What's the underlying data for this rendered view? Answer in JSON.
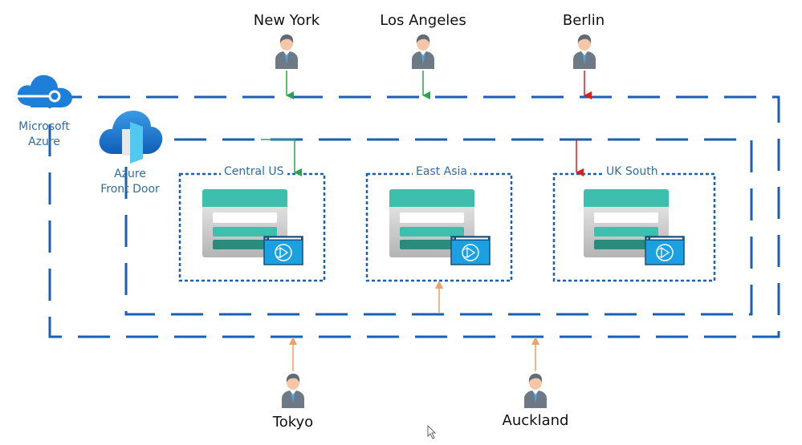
{
  "services": {
    "azure": {
      "label_line1": "Microsoft",
      "label_line2": "Azure",
      "icon": "azure-cloud-icon"
    },
    "front_door": {
      "label_line1": "Azure",
      "label_line2": "Front Door",
      "icon": "front-door-icon"
    }
  },
  "regions": [
    {
      "label": "Central US",
      "icon": "app-service-icon"
    },
    {
      "label": "East Asia",
      "icon": "app-service-icon"
    },
    {
      "label": "UK South",
      "icon": "app-service-icon"
    }
  ],
  "users_top": [
    {
      "city": "New York",
      "arrow_color": "#22a84a",
      "target": "Central US"
    },
    {
      "city": "Los Angeles",
      "arrow_color": "#22a84a",
      "target": "Azure"
    },
    {
      "city": "Berlin",
      "arrow_color": "#e01b1b",
      "target": "UK South"
    }
  ],
  "users_bottom": [
    {
      "city": "Tokyo",
      "arrow_color": "#f0a060",
      "target": "East Asia"
    },
    {
      "city": "Auckland",
      "arrow_color": "#f0a060",
      "target": "Azure"
    }
  ],
  "colors": {
    "boundary": "#1a5fb4",
    "region_border": "#1a5fb4",
    "label_text": "#2e6da4",
    "teal": "#3dbfad",
    "teal_dark": "#2a8a7b",
    "app_blue": "#1ba1e2"
  }
}
